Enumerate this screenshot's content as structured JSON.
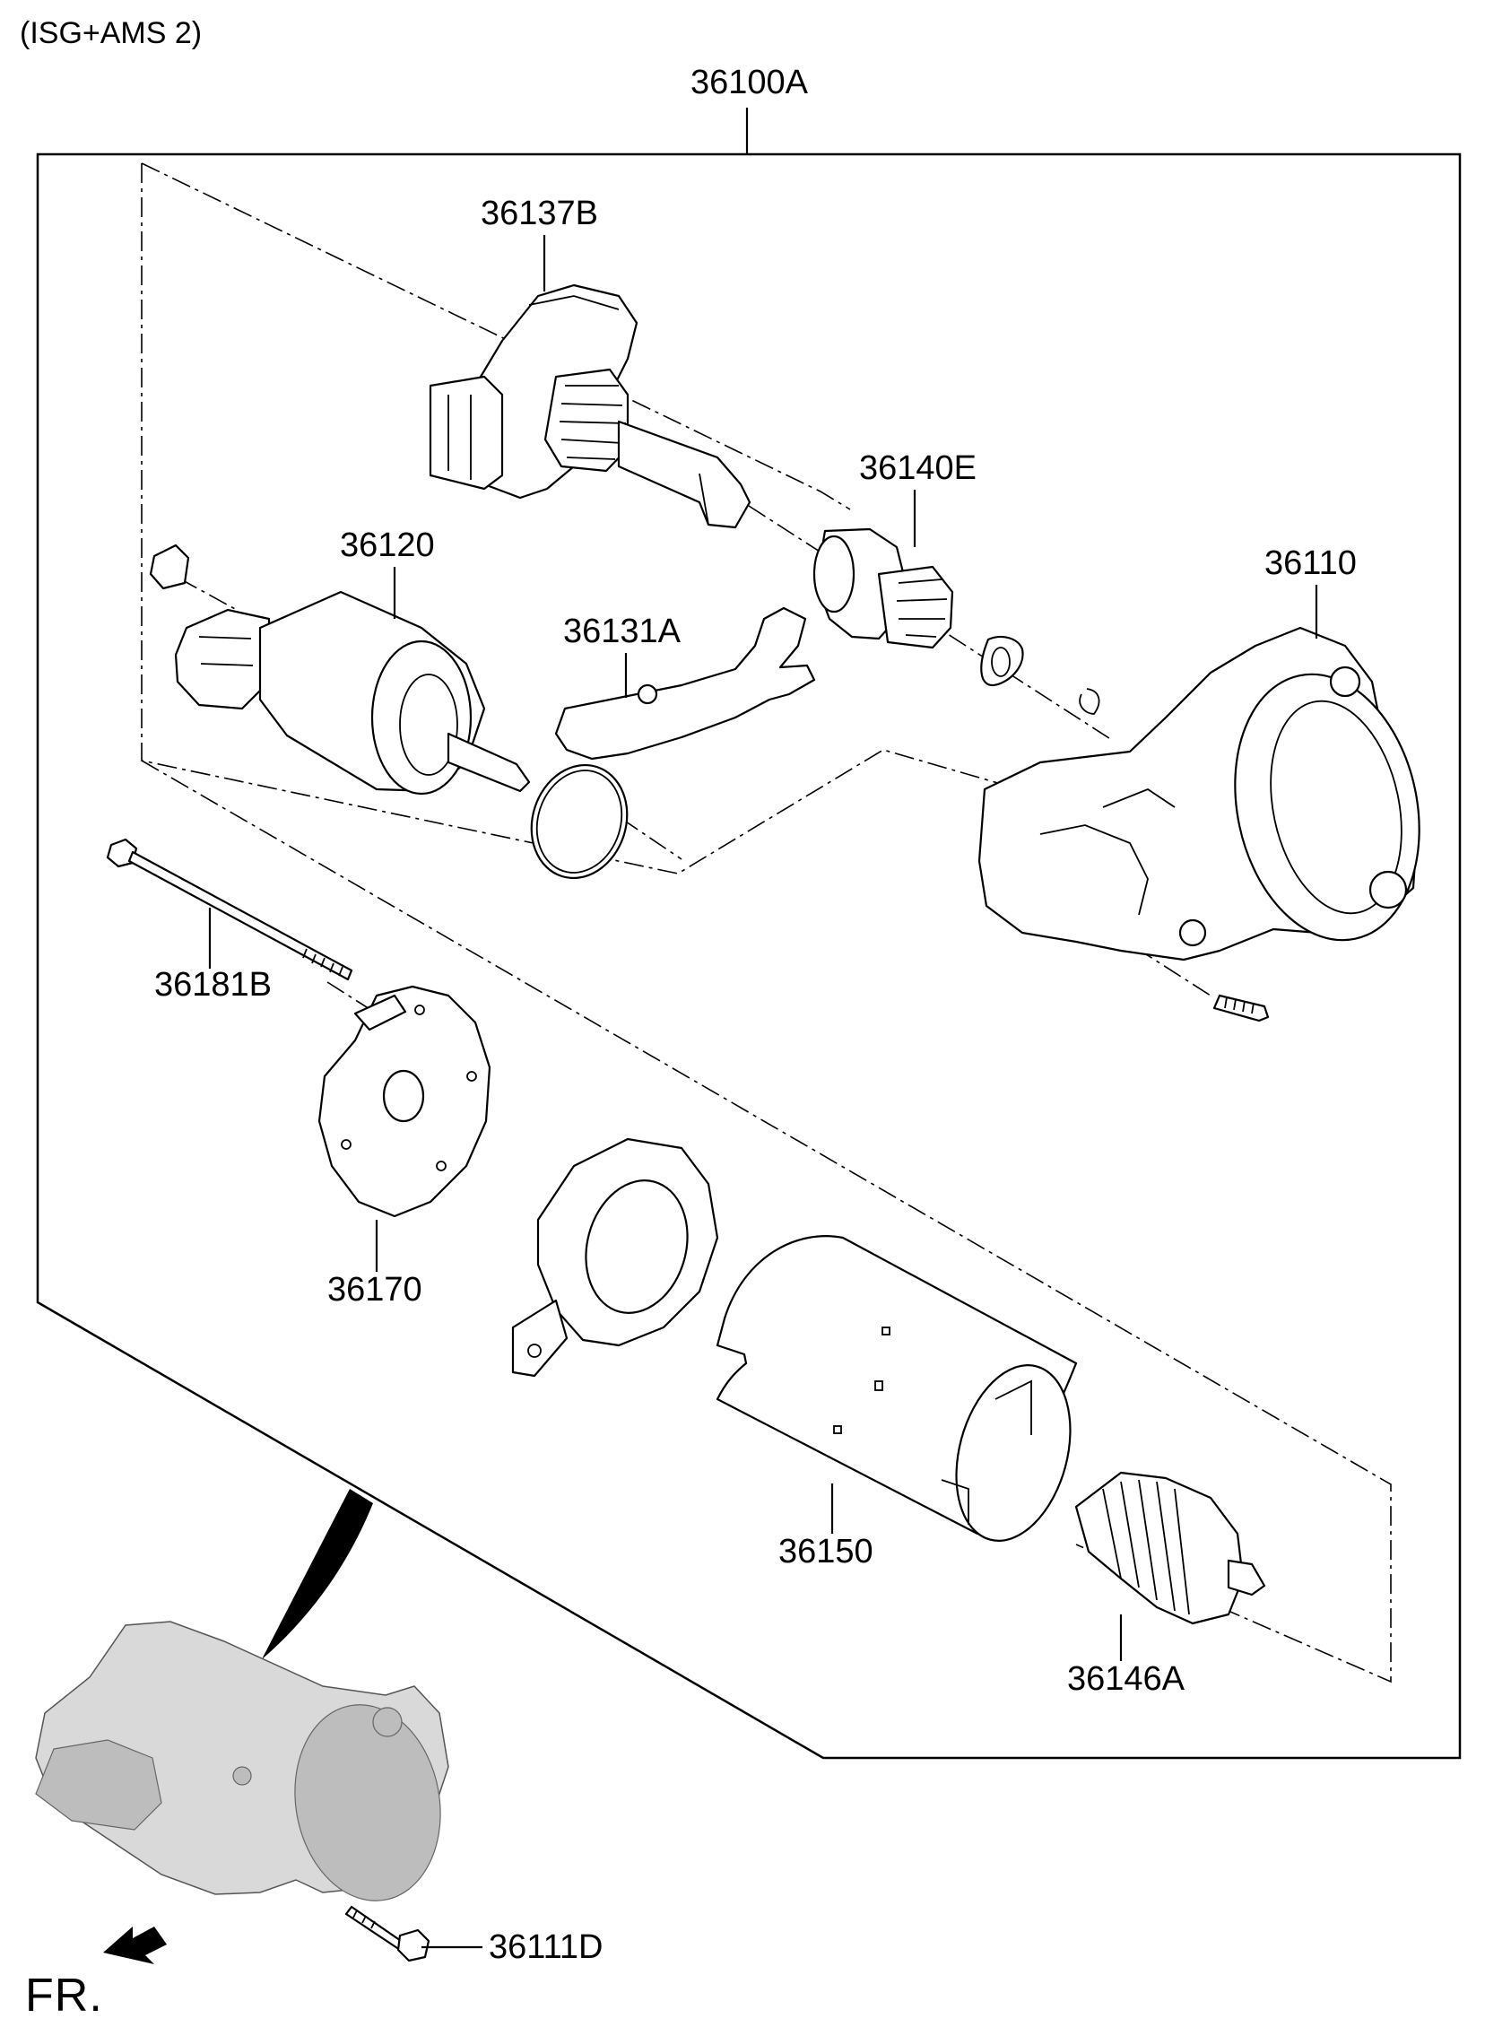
{
  "diagram": {
    "variant_label": "(ISG+AMS 2)",
    "assembly_label": "36100A",
    "front_indicator": "FR.",
    "parts": [
      {
        "key": "gear_reduction",
        "number": "36137B",
        "icon": "gear-reduction-icon"
      },
      {
        "key": "overrunning_clutch",
        "number": "36140E",
        "icon": "pinion-clutch-icon"
      },
      {
        "key": "solenoid",
        "number": "36120",
        "icon": "solenoid-switch-icon"
      },
      {
        "key": "housing",
        "number": "36110",
        "icon": "front-housing-icon"
      },
      {
        "key": "lever",
        "number": "36131A",
        "icon": "shift-lever-icon"
      },
      {
        "key": "through_bolt",
        "number": "36181B",
        "icon": "through-bolt-icon"
      },
      {
        "key": "rear_bracket",
        "number": "36170",
        "icon": "rear-bracket-icon"
      },
      {
        "key": "yoke",
        "number": "36150",
        "icon": "yoke-icon"
      },
      {
        "key": "armature",
        "number": "36146A",
        "icon": "armature-icon"
      },
      {
        "key": "mount_bolt",
        "number": "36111D",
        "icon": "mount-bolt-icon"
      }
    ]
  }
}
